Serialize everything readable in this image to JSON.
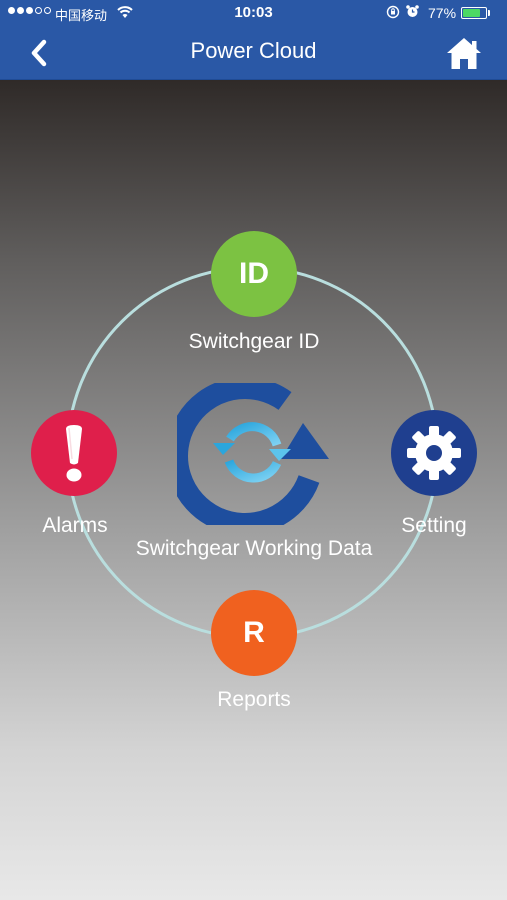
{
  "status_bar": {
    "carrier": "中国移动",
    "time": "10:03",
    "battery_percent": "77%",
    "battery_level": 0.77,
    "battery_color": "#4cd964"
  },
  "nav": {
    "title": "Power Cloud",
    "back_icon": "chevron-left-icon",
    "home_icon": "home-icon"
  },
  "menu": {
    "switchgear_id": {
      "letter": "ID",
      "label": "Switchgear ID",
      "color": "#7cc242"
    },
    "alarms": {
      "label": "Alarms",
      "icon": "exclamation-icon",
      "color": "#df1f4b"
    },
    "setting": {
      "label": "Setting",
      "icon": "gear-icon",
      "color": "#1f3f8f"
    },
    "reports": {
      "letter": "R",
      "label": "Reports",
      "color": "#f0611f"
    },
    "working_data": {
      "label": "Switchgear Working Data",
      "icon": "refresh-icon"
    }
  },
  "colors": {
    "header": "#2a58a6",
    "ring": "#b9dede"
  }
}
